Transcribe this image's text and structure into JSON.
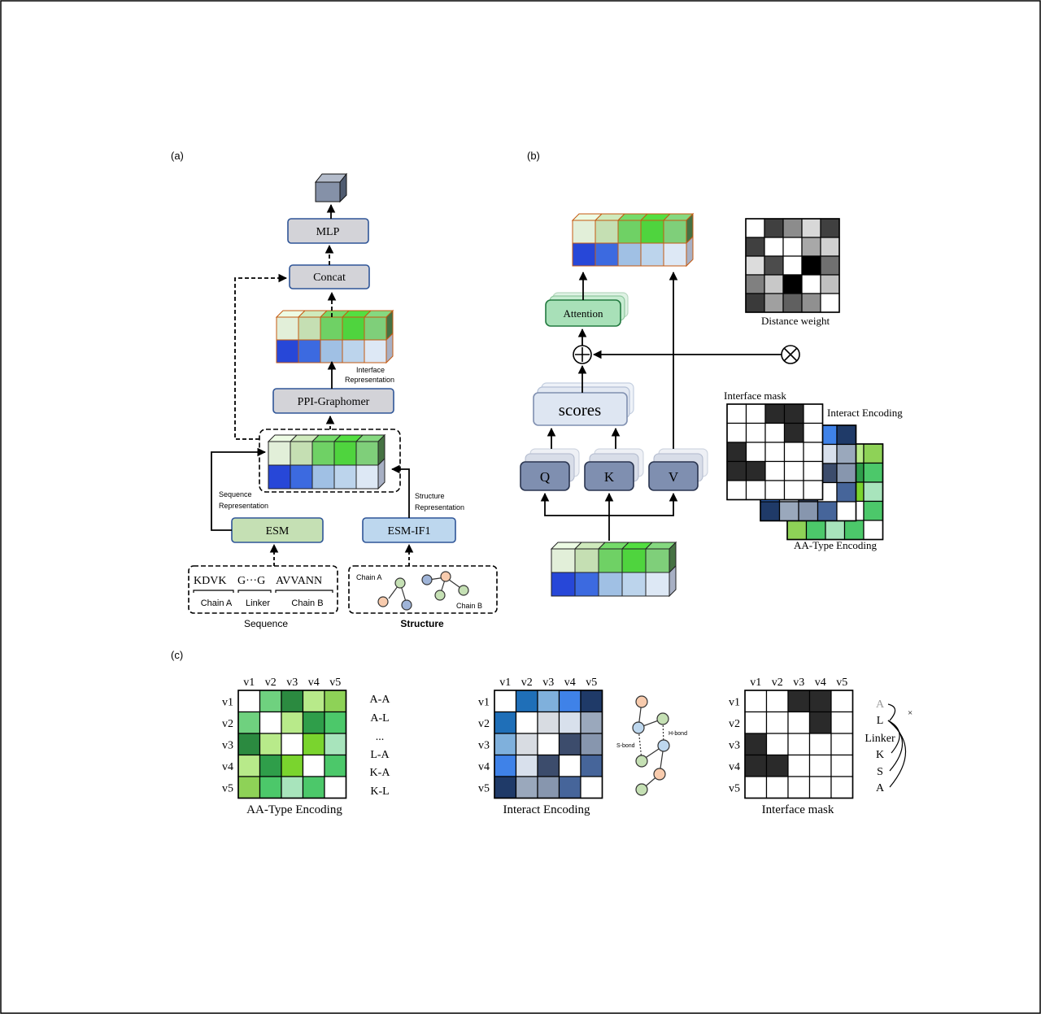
{
  "panels": {
    "a": {
      "label": "(a)",
      "mlp": "MLP",
      "concat": "Concat",
      "interface_rep": [
        "Interface",
        "Representation"
      ],
      "ppi": "PPI-Graphomer",
      "seq_rep": [
        "Sequence",
        "Representation"
      ],
      "struct_rep": [
        "Structure",
        "Representation"
      ],
      "esm": "ESM",
      "esm_if1": "ESM-IF1",
      "seq_tokens": [
        "KDVK",
        "G···G",
        "AVVANN"
      ],
      "seq_labels": [
        "Chain A",
        "Linker",
        "Chain B"
      ],
      "sequence": "Sequence",
      "chain_a": "Chain A",
      "chain_b": "Chain B",
      "structure": "Structure"
    },
    "b": {
      "label": "(b)",
      "attention": "Attention",
      "distance_weight": "Distance weight",
      "scores": "scores",
      "q": "Q",
      "k": "K",
      "v": "V",
      "interface_mask": "Interface mask",
      "interact_encoding": "Interact Encoding",
      "aa_type_encoding": "AA-Type Encoding"
    },
    "c": {
      "label": "(c)",
      "col_labels": [
        "v1",
        "v2",
        "v3",
        "v4",
        "v5"
      ],
      "row_labels": [
        "v1",
        "v2",
        "v3",
        "v4",
        "v5"
      ],
      "aa_title": "AA-Type Encoding",
      "aa_pairs": [
        "A-A",
        "A-L",
        "...",
        "L-A",
        "K-A",
        "K-L"
      ],
      "interact_title": "Interact Encoding",
      "sbond": "S-bond",
      "hbond": "H-bond",
      "mask_title": "Interface mask",
      "mask_seq": [
        "A",
        "L",
        "Linker",
        "K",
        "S",
        "A"
      ],
      "mask_cross": "×"
    }
  },
  "colors": {
    "green_row": [
      "#e2efd9",
      "#c5dfb3",
      "#6fd165",
      "#4fd43e",
      "#7fcf7a"
    ],
    "blue_row": [
      "#2747d8",
      "#3c6ae0",
      "#a0c0e4",
      "#bcd4ec",
      "#dde8f5"
    ],
    "box_gray": "#d3d3d8",
    "box_green": "#c5e0b4",
    "box_blue": "#bdd7ee",
    "qkv": "#7f8fb0",
    "attn": "#a8e0b8",
    "cube_orange": "#c55a11"
  },
  "matrices": {
    "aa": [
      [
        "#ffffff",
        "#6fd17f",
        "#2b8a40",
        "#b8ea8a",
        "#8ed257"
      ],
      [
        "#6fd17f",
        "#ffffff",
        "#b8ea8a",
        "#2f9e4a",
        "#4cc86a"
      ],
      [
        "#2b8a40",
        "#b8ea8a",
        "#ffffff",
        "#7ad42e",
        "#a8e4bc"
      ],
      [
        "#b8ea8a",
        "#2f9e4a",
        "#7ad42e",
        "#ffffff",
        "#4cc86a"
      ],
      [
        "#8ed257",
        "#4cc86a",
        "#a8e4bc",
        "#4cc86a",
        "#ffffff"
      ]
    ],
    "interact": [
      [
        "#ffffff",
        "#1f6fb8",
        "#7fb0dc",
        "#3f82e8",
        "#1f3a68"
      ],
      [
        "#1f6fb8",
        "#ffffff",
        "#d8dce2",
        "#d8e0ec",
        "#9aa8bc"
      ],
      [
        "#7fb0dc",
        "#d8dce2",
        "#ffffff",
        "#3c4c6c",
        "#8796ae"
      ],
      [
        "#3f82e8",
        "#d8e0ec",
        "#3c4c6c",
        "#ffffff",
        "#46659a"
      ],
      [
        "#1f3a68",
        "#9aa8bc",
        "#8796ae",
        "#46659a",
        "#ffffff"
      ]
    ],
    "mask": [
      [
        "#ffffff",
        "#ffffff",
        "#2a2a2a",
        "#2a2a2a",
        "#ffffff"
      ],
      [
        "#ffffff",
        "#ffffff",
        "#ffffff",
        "#2a2a2a",
        "#ffffff"
      ],
      [
        "#2a2a2a",
        "#ffffff",
        "#ffffff",
        "#ffffff",
        "#ffffff"
      ],
      [
        "#2a2a2a",
        "#2a2a2a",
        "#ffffff",
        "#ffffff",
        "#ffffff"
      ],
      [
        "#ffffff",
        "#ffffff",
        "#ffffff",
        "#ffffff",
        "#ffffff"
      ]
    ],
    "distance": [
      [
        "#ffffff",
        "#404040",
        "#8c8c8c",
        "#d8d8d8",
        "#404040"
      ],
      [
        "#404040",
        "#ffffff",
        "#ffffff",
        "#a8a8a8",
        "#d0d0d0"
      ],
      [
        "#dcdcdc",
        "#4c4c4c",
        "#ffffff",
        "#000000",
        "#707070"
      ],
      [
        "#808080",
        "#c8c8c8",
        "#000000",
        "#ffffff",
        "#c0c0c0"
      ],
      [
        "#3a3a3a",
        "#a0a0a0",
        "#606060",
        "#909090",
        "#ffffff"
      ]
    ]
  }
}
